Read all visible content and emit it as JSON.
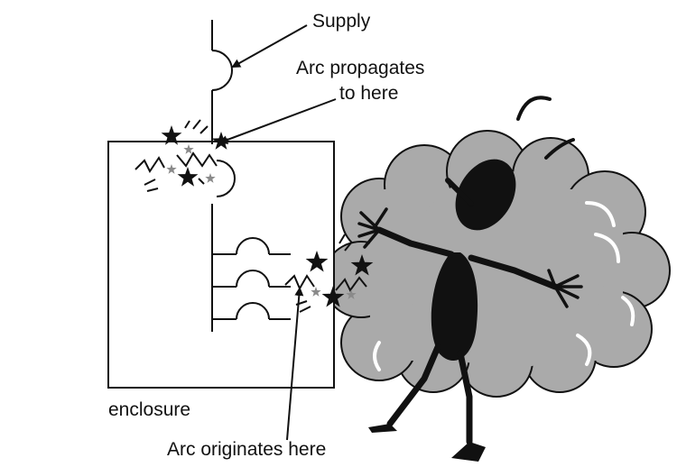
{
  "labels": {
    "supply": "Supply",
    "arc_propagates_line1": "Arc propagates",
    "arc_propagates_line2": "to here",
    "enclosure": "enclosure",
    "arc_originates": "Arc originates here"
  },
  "colors": {
    "ink": "#111111",
    "smoke": "#aaaaaa",
    "smoke_highlight": "#ffffff",
    "spark_grey": "#8a8a8a"
  }
}
